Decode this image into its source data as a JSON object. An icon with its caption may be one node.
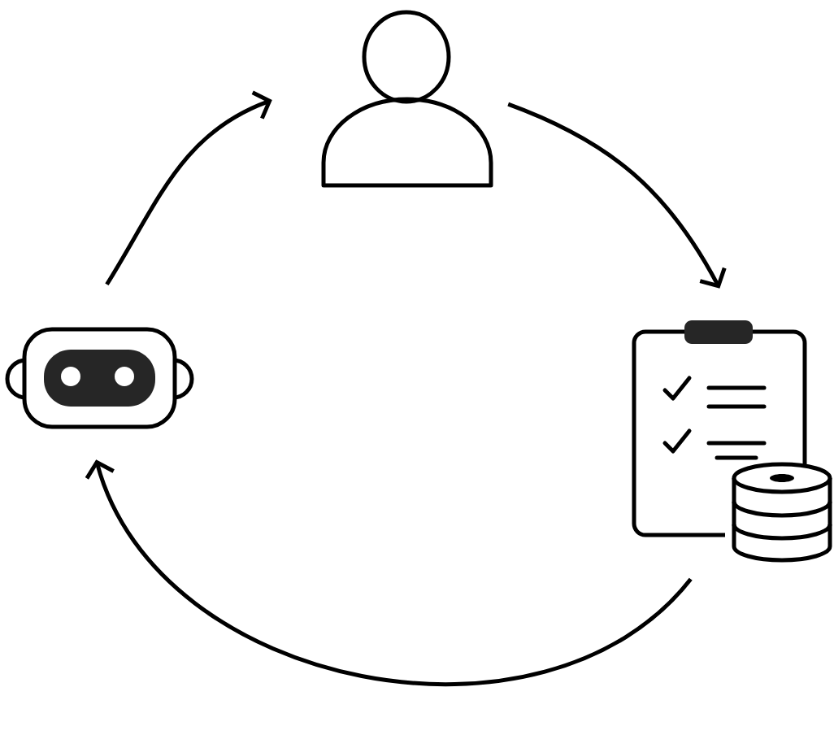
{
  "diagram": {
    "nodes": [
      {
        "text": [],
        "shape": "person"
      },
      {
        "text": [],
        "shape": "robot"
      },
      {
        "text": [],
        "shape": "clipboard"
      }
    ],
    "edges": [
      {
        "from": 1,
        "to": 0,
        "arrow": "to"
      },
      {
        "from": 0,
        "to": 2,
        "arrow": "to"
      },
      {
        "from": 2,
        "to": 1,
        "arrow": "to"
      }
    ]
  }
}
